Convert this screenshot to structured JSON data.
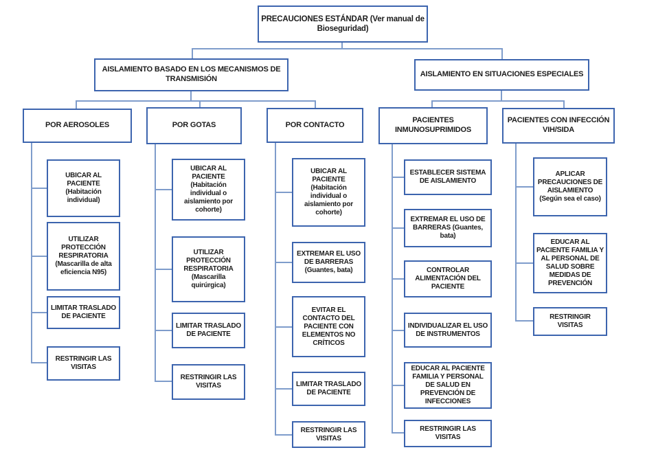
{
  "colors": {
    "box_border": "#3C64AE",
    "connector_line": "#7E9CCB",
    "text": "#1C1C1C",
    "background": "#FFFFFF"
  },
  "root": {
    "label": "PRECAUCIONES ESTÁNDAR (Ver manual de Bioseguridad)"
  },
  "branches": [
    {
      "label": "AISLAMIENTO BASADO EN LOS MECANISMOS DE TRANSMISIÓN",
      "columns": [
        {
          "label": "POR AEROSOLES",
          "items": [
            "UBICAR AL PACIENTE (Habitación individual)",
            "UTILIZAR PROTECCIÓN RESPIRATORIA (Mascarilla de alta eficiencia N95)",
            "LIMITAR TRASLADO DE PACIENTE",
            "RESTRINGIR LAS VISITAS"
          ]
        },
        {
          "label": "POR GOTAS",
          "items": [
            "UBICAR AL PACIENTE (Habitación individual o aislamiento por cohorte)",
            "UTILIZAR PROTECCIÓN RESPIRATORIA (Mascarilla quirúrgica)",
            "LIMITAR TRASLADO DE PACIENTE",
            "RESTRINGIR LAS VISITAS"
          ]
        },
        {
          "label": "POR CONTACTO",
          "items": [
            "UBICAR AL PACIENTE (Habitación individual o aislamiento por cohorte)",
            "EXTREMAR EL USO DE BARRERAS (Guantes, bata)",
            "EVITAR EL CONTACTO DEL PACIENTE CON ELEMENTOS NO CRÍTICOS",
            "LIMITAR TRASLADO DE PACIENTE",
            "RESTRINGIR LAS VISITAS"
          ]
        }
      ]
    },
    {
      "label": "AISLAMIENTO EN SITUACIONES ESPECIALES",
      "columns": [
        {
          "label": "PACIENTES INMUNOSUPRIMIDOS",
          "items": [
            "ESTABLECER SISTEMA DE AISLAMIENTO",
            "EXTREMAR EL USO DE BARRERAS (Guantes, bata)",
            "CONTROLAR ALIMENTACIÓN DEL PACIENTE",
            "INDIVIDUALIZAR EL USO DE INSTRUMENTOS",
            "EDUCAR AL PACIENTE FAMILIA Y PERSONAL DE SALUD EN PREVENCIÓN DE INFECCIONES",
            "RESTRINGIR LAS VISITAS"
          ]
        },
        {
          "label": "PACIENTES CON INFECCIÓN VIH/SIDA",
          "items": [
            "APLICAR PRECAUCIONES DE AISLAMIENTO (Según sea el caso)",
            "EDUCAR AL PACIENTE FAMILIA Y AL PERSONAL DE SALUD SOBRE MEDIDAS DE PREVENCIÓN",
            "RESTRINGIR VISITAS"
          ]
        }
      ]
    }
  ]
}
